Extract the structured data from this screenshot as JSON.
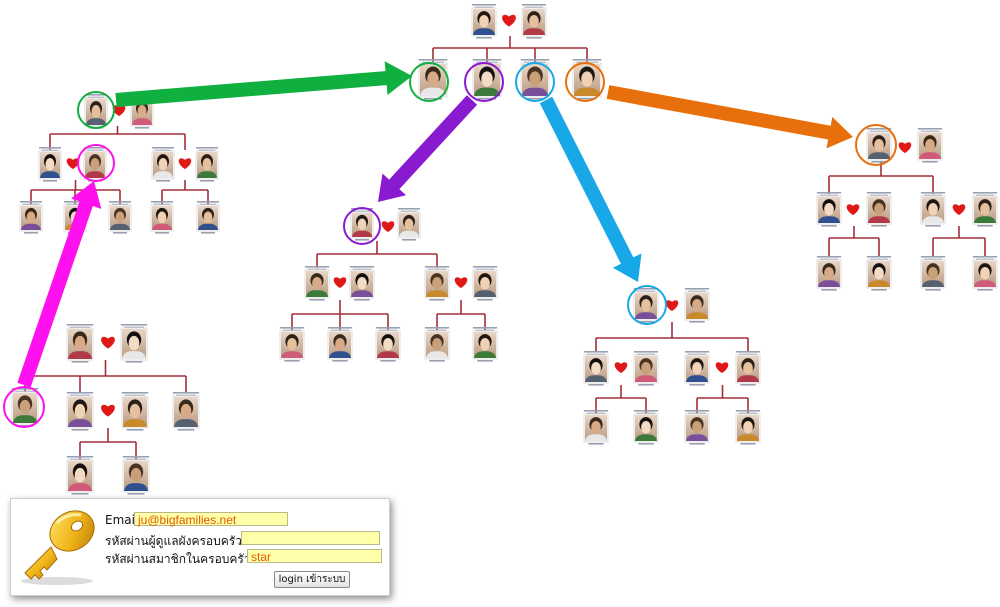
{
  "login": {
    "email_label": "Email",
    "email_value": "ju@bigfamilies.net",
    "admin_password_label": "รหัสผ่านผู้ดูแลผังครอบครัว",
    "admin_password_value": "",
    "member_password_label": "รหัสผ่านสมาชิกในครอบครัว",
    "member_password_value": "star",
    "button_label": "login เข้าระบบ"
  },
  "colors": {
    "connector": "#a32d3a",
    "heart": "#e01818",
    "green": "#10b040",
    "purple": "#8a1ad0",
    "cyan": "#18a8e8",
    "orange": "#e8700c",
    "magenta": "#ff10ee"
  },
  "icons": [
    "heart-icon",
    "key-icon"
  ]
}
